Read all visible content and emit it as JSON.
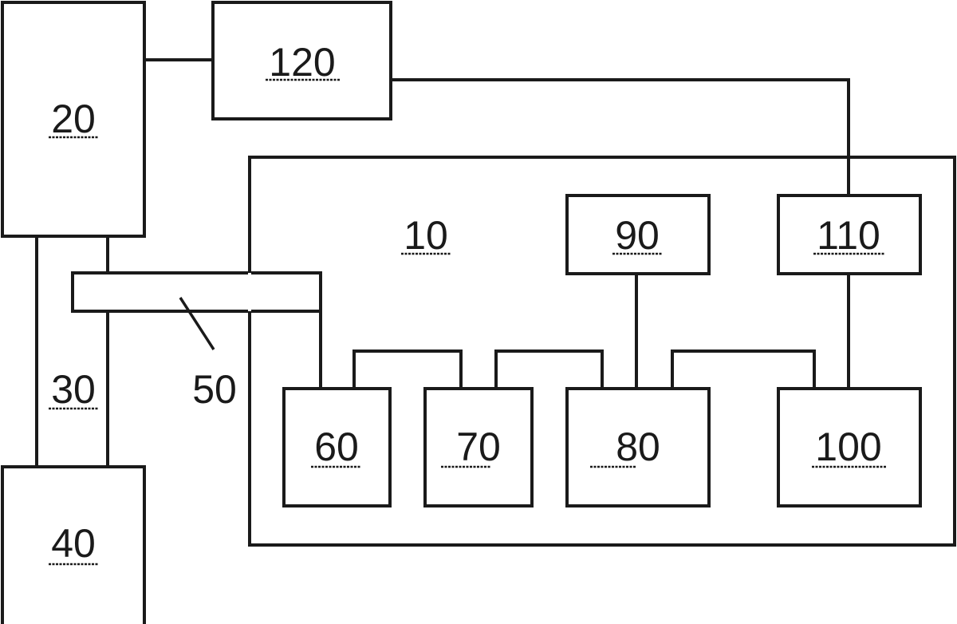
{
  "diagram": {
    "line_color": "#1a1a1a",
    "background": "#ffffff",
    "components": [
      {
        "id": "c10",
        "label": "10",
        "role": "container",
        "underlined": true
      },
      {
        "id": "c20",
        "label": "20",
        "underlined": true
      },
      {
        "id": "c30",
        "label": "30",
        "underlined": true
      },
      {
        "id": "c40",
        "label": "40",
        "underlined": true
      },
      {
        "id": "c50",
        "label": "50",
        "underlined": false
      },
      {
        "id": "c60",
        "label": "60",
        "underlined": true
      },
      {
        "id": "c70",
        "label": "70",
        "underlined": true
      },
      {
        "id": "c80",
        "label": "80",
        "underlined": true
      },
      {
        "id": "c90",
        "label": "90",
        "underlined": true
      },
      {
        "id": "c100",
        "label": "100",
        "underlined": true
      },
      {
        "id": "c110",
        "label": "110",
        "underlined": true
      },
      {
        "id": "c120",
        "label": "120",
        "underlined": true
      }
    ],
    "connections": [
      {
        "from": "20",
        "to": "120"
      },
      {
        "from": "120",
        "to": "110"
      },
      {
        "from": "20",
        "to": "40",
        "via": "30"
      },
      {
        "from": "20",
        "to": "50"
      },
      {
        "from": "50",
        "to": "10"
      },
      {
        "from": "50",
        "to": "60"
      },
      {
        "from": "60",
        "to": "70"
      },
      {
        "from": "70",
        "to": "80"
      },
      {
        "from": "90",
        "to": "80"
      },
      {
        "from": "80",
        "to": "100"
      },
      {
        "from": "110",
        "to": "100"
      }
    ]
  }
}
